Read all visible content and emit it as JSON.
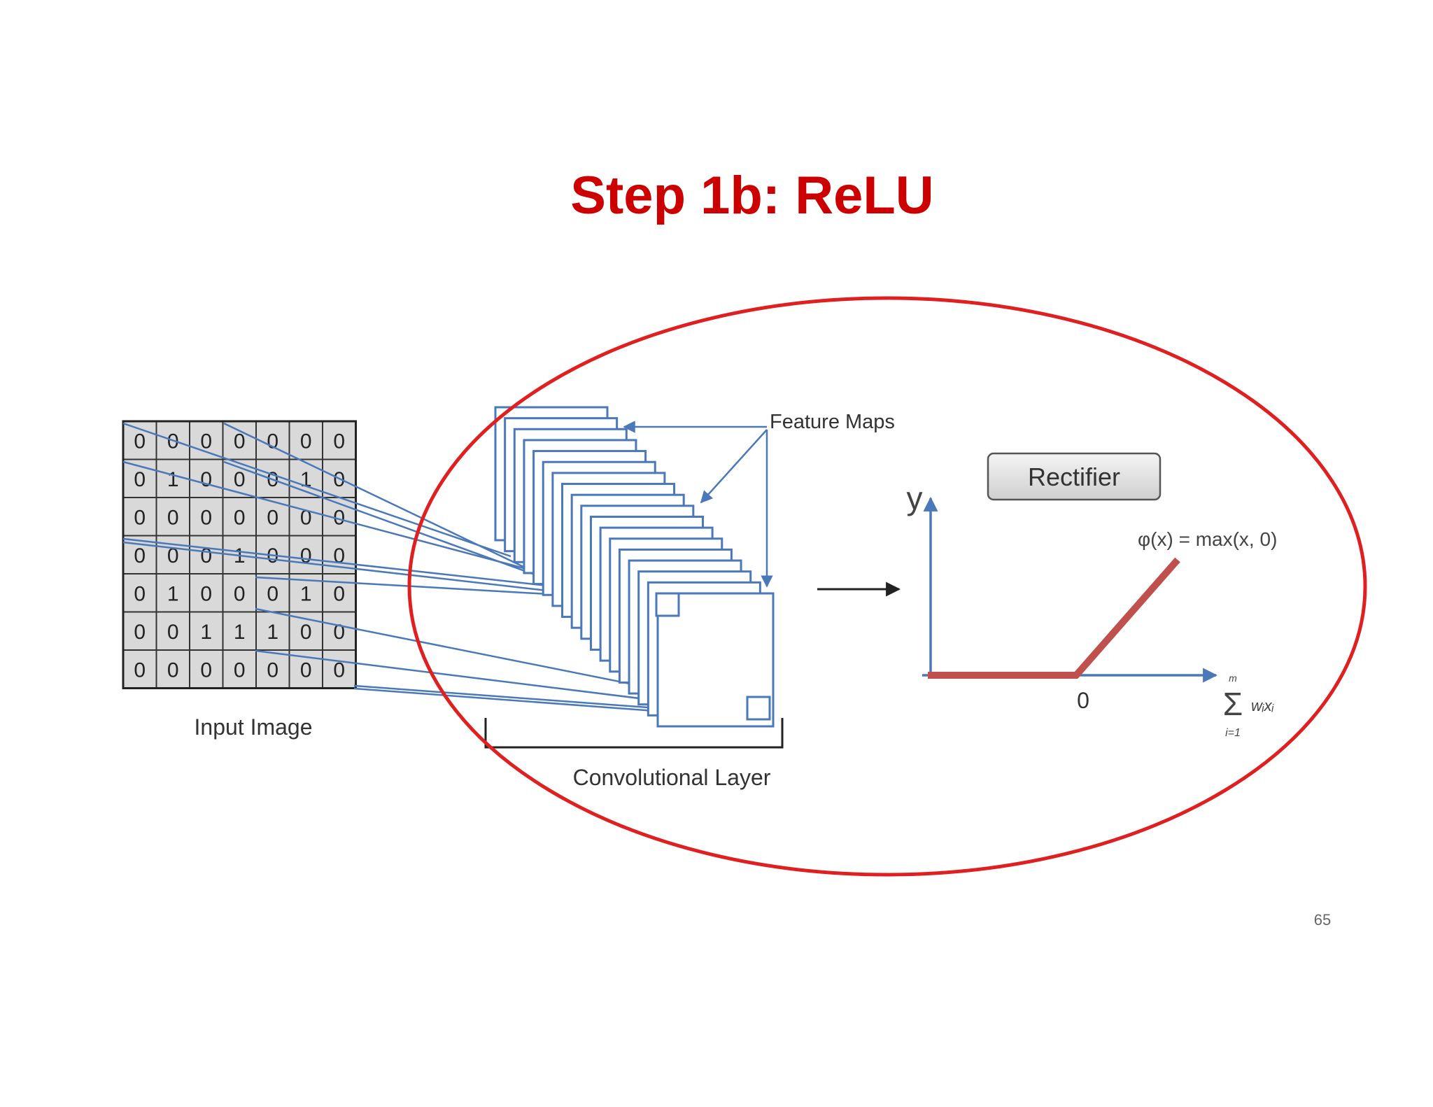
{
  "title": "Step 1b: ReLU",
  "colors": {
    "title": "#cc0000",
    "ellipse": "#e02020",
    "diagram_blue": "#4a78b8",
    "relu_line": "#c0504d",
    "grid_fill": "#d9d9d9",
    "grid_line": "#333333"
  },
  "input_image": {
    "label": "Input Image",
    "grid": [
      [
        "0",
        "0",
        "0",
        "0",
        "0",
        "0",
        "0"
      ],
      [
        "0",
        "1",
        "0",
        "0",
        "0",
        "1",
        "0"
      ],
      [
        "0",
        "0",
        "0",
        "0",
        "0",
        "0",
        "0"
      ],
      [
        "0",
        "0",
        "0",
        "1",
        "0",
        "0",
        "0"
      ],
      [
        "0",
        "1",
        "0",
        "0",
        "0",
        "1",
        "0"
      ],
      [
        "0",
        "0",
        "1",
        "1",
        "1",
        "0",
        "0"
      ],
      [
        "0",
        "0",
        "0",
        "0",
        "0",
        "0",
        "0"
      ]
    ]
  },
  "feature_maps_label": "Feature Maps",
  "conv_layer_label": "Convolutional Layer",
  "rectifier_button": "Rectifier",
  "relu_plot": {
    "y_label": "y",
    "origin_label": "0",
    "formula": "φ(x) = max(x, 0)",
    "x_axis_sigma": "Σ",
    "x_axis_upper": "m",
    "x_axis_lower": "i=1",
    "x_axis_term": "wᵢxᵢ"
  },
  "page_number": "65"
}
